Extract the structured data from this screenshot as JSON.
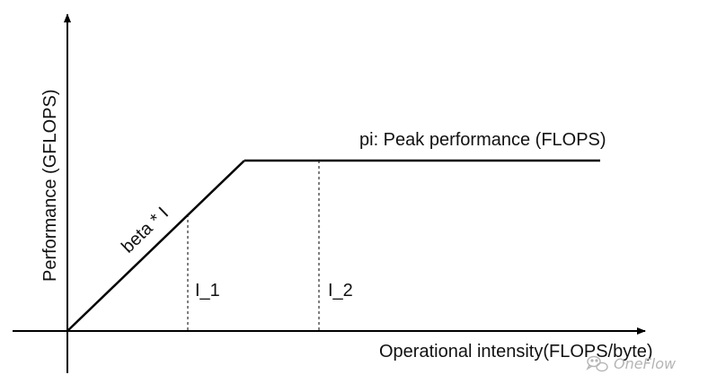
{
  "diagram": {
    "y_axis_label": "Performance (GFLOPS)",
    "x_axis_label": "Operational intensity(FLOPS/byte)",
    "slope_label": "beta * I",
    "peak_label": "pi:  Peak performance (FLOPS)",
    "marker_1_label": "I_1",
    "marker_2_label": "I_2"
  },
  "watermark": {
    "text": "OneFlow",
    "icon": "wechat-icon"
  },
  "colors": {
    "line": "#000000",
    "text": "#111111",
    "watermark": "#b5b5b5"
  }
}
